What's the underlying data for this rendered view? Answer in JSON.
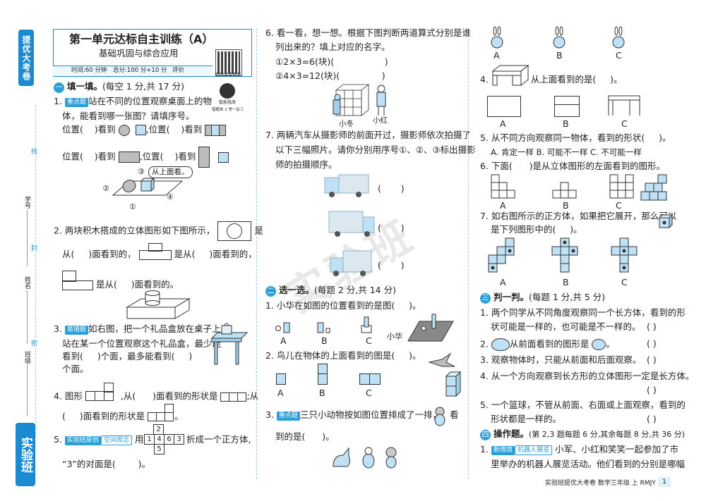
{
  "side": {
    "brand_top": "提优大考卷",
    "brand_bottom": "实验班",
    "field_class": "班级",
    "field_name": "姓名",
    "field_id": "学号",
    "seal1": "线",
    "seal2": "封",
    "seal3": "密"
  },
  "header": {
    "title": "第一单元达标自主训练（A）",
    "subtitle": "基础巩固与综合应用",
    "time": "时间:60 分钟",
    "score": "总分:100 分+10 分",
    "eval": "评价",
    "qr_caption": "视频讲讲答案",
    "smart_label": "智能批改",
    "smart_caption": "错题本 1 举一反三"
  },
  "watermark": "实验班",
  "s1": {
    "num": "一",
    "title": "填一填。",
    "note": "(每空 1 分,共 17 分)",
    "q1a": "1.",
    "q1tag": "重点题",
    "q1b": "站在不同的位置观察桌面上的物",
    "q1c": "体，能看到哪一张图？请填序号。",
    "q1r1a": "位置(",
    "q1r1b": ")看到",
    "q1r1c": ",位置(",
    "q1r1d": ")看到",
    "q1r2a": "位置(",
    "q1r2b": ")看到",
    "q1r2c": ",位置(",
    "q1r2d": ")看到",
    "q1fig_top": "③",
    "q1fig_bubble": "从上面看。",
    "q1fig_l": "②",
    "q1fig_r": "④",
    "q1fig_b": "①",
    "q2a": "2. 两块积木搭成的立体图形如下图所示，",
    "q2b": "是",
    "q2c": "从(",
    "q2d": ")面看到的，",
    "q2e": "是从(",
    "q2f": ")面看到的，",
    "q2g": "是从(",
    "q2h": ")面看到的。",
    "q3a": "3.",
    "q3tag": "易错题",
    "q3b": "如右图，把一个礼品盒放在桌子上,",
    "q3c": "站在某一个位置观察这个礼品盒，最少能",
    "q3d": "看到(",
    "q3e": ")个面，最多能看到(",
    "q3f": ")",
    "q3g": "个面。",
    "q4a": "4. 图形",
    "q4b": ",从(",
    "q4c": ")面看到的形状是",
    "q4d": ";从",
    "q4e": "(",
    "q4f": ")面看到的形状是",
    "q4g": "。",
    "q5a": "5.",
    "q5tag": "实验班原创",
    "q5tag2": "空间观念",
    "q5b": "用",
    "q5c": "折成一个正方体,",
    "q5d": "“3”的对面是(",
    "q5e": ")。",
    "net": [
      "2",
      "1",
      "4",
      "6",
      "3",
      "5"
    ]
  },
  "s1b": {
    "q6a": "6. 看一看，想一想。根据下图判断两道算式分别是谁",
    "q6b": "列出来的？填上对应的名字。",
    "q6c": "①2×3=6(块)(",
    "q6d": ")",
    "q6e": "②4×3=12(块)(",
    "q6f": ")",
    "q6n1": "小冬",
    "q6n2": "小红",
    "q7a": "7. 两辆汽车从摄影师的前面开过，摄影师依次拍摄了",
    "q7b": "以下三幅照片。请你分别用序号①、②、③标出摄影",
    "q7c": "师的拍摄顺序。",
    "paren": "(",
    "paren_r": ")"
  },
  "s2": {
    "num": "二",
    "title": "选一选。",
    "note": "(每题 2 分,共 14 分)",
    "q1": "1. 小华在如图的位置看到的是图(",
    "q1r": ")。",
    "q1who": "小华",
    "q2": "2. 鸟儿在物体的上面看到的图是(",
    "q2r": ")。",
    "q3a": "3.",
    "q3tag": "重点题",
    "q3b": "三只小动物按如图位置排成了一排，",
    "q3c": "看",
    "q3d": "到的是(",
    "q3e": ")。",
    "A": "A",
    "B": "B",
    "C": "C",
    "q4a": "4.",
    "q4b": "从上面看到的是(",
    "q4c": ")。",
    "q5": "5. 从不同方向观察同一物体，看到的形状(",
    "q5r": ")。",
    "q5opts": "A. 肯定一样    B. 可能不一样  C. 不可能一样",
    "q6a": "6. 下面(",
    "q6b": ")是从立体图形的左面看到的图形。",
    "q7a": "7. 如右图所示的正方体，如果把它展开，那么可以",
    "q7b": "是下列图形中的(",
    "q7c": ")。"
  },
  "s3": {
    "num": "三",
    "title": "判一判。",
    "note": "(每题 1 分,共 5 分)",
    "q1a": "1. 两个同学从不同角度观察同一个长方体，看到的形",
    "q1b": "状可能是一样的，也可能是不一样的。",
    "q2a": "2.",
    "q2b": "从前面看到的图形是",
    "q2c": "。",
    "q3": "3. 观察物体时，只能从前面和后面观察。",
    "q4": "4. 从一个方向观察到长方形的立体图形一定是长方体。",
    "q5a": "5. 一个篮球，不管从前面、右面或上面观察，看到的",
    "q5b": "形状都是一样的。",
    "paren": "(      )"
  },
  "s4": {
    "num": "四",
    "title": "操作题。",
    "note": "(第 2,3 题每题 6 分,其余每题 8 分,共 36 分)",
    "q1a": "1.",
    "q1tag": "新情境",
    "q1tag2": "机器人展览",
    "q1b": "小军、小红和笑笑一起参加了市",
    "q1c": "里举办的机器人展览活动。他们看到的分别是哪幅"
  },
  "footer": {
    "text": "实验班提优大考卷 数学三年级 上 RMJY",
    "page": "1"
  }
}
